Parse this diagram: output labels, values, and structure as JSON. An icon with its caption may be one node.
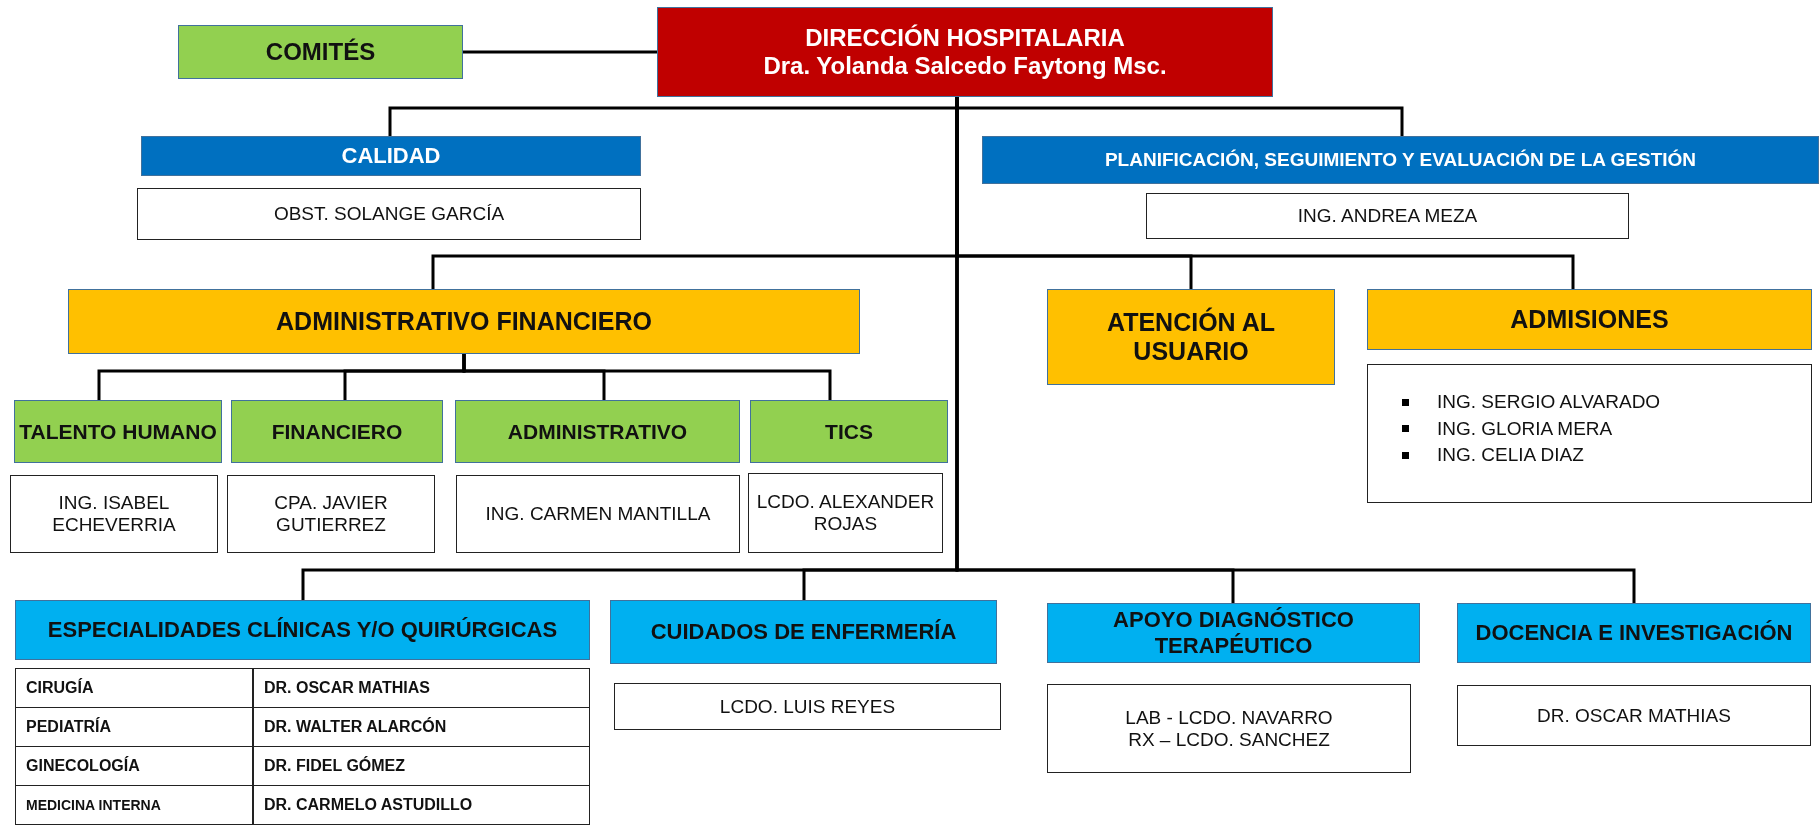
{
  "diagram": {
    "nodes": [
      {
        "text": [
          "DIRECCIÓN HOSPITALARIA",
          "Dra. Yolanda Salcedo Faytong Msc."
        ]
      },
      {
        "text": [
          "COMITÉS"
        ]
      },
      {
        "text": [
          "CALIDAD"
        ]
      },
      {
        "text": [
          "OBST. SOLANGE GARCÍA"
        ]
      },
      {
        "text": [
          "PLANIFICACIÓN, SEGUIMIENTO Y EVALUACIÓN DE LA GESTIÓN"
        ]
      },
      {
        "text": [
          "ING. ANDREA MEZA"
        ]
      },
      {
        "text": [
          "ADMINISTRATIVO  FINANCIERO"
        ]
      },
      {
        "text": [
          "ATENCIÓN AL USUARIO"
        ]
      },
      {
        "text": [
          "ADMISIONES"
        ]
      },
      {
        "text": [
          "ING. SERGIO ALVARADO",
          "ING. GLORIA MERA",
          "ING. CELIA DIAZ"
        ]
      },
      {
        "text": [
          "TALENTO HUMANO"
        ]
      },
      {
        "text": [
          "ING. ISABEL ECHEVERRIA"
        ]
      },
      {
        "text": [
          "FINANCIERO"
        ]
      },
      {
        "text": [
          "CPA. JAVIER GUTIERREZ"
        ]
      },
      {
        "text": [
          "ADMINISTRATIVO"
        ]
      },
      {
        "text": [
          "ING. CARMEN MANTILLA"
        ]
      },
      {
        "text": [
          "TICS"
        ]
      },
      {
        "text": [
          "LCDO. ALEXANDER ROJAS"
        ]
      },
      {
        "text": [
          "ESPECIALIDADES CLÍNICAS Y/O QUIRÚRGICAS"
        ]
      },
      {
        "text": [
          "CUIDADOS DE ENFERMERÍA"
        ]
      },
      {
        "text": [
          "LCDO. LUIS REYES"
        ]
      },
      {
        "text": [
          "APOYO DIAGNÓSTICO TERAPÉUTICO"
        ]
      },
      {
        "text": [
          "LAB - LCDO. NAVARRO",
          "RX – LCDO.  SANCHEZ"
        ]
      },
      {
        "text": [
          "DOCENCIA E INVESTIGACIÓN"
        ]
      },
      {
        "text": [
          "DR. OSCAR MATHIAS"
        ]
      }
    ],
    "edges": [
      {
        "from": 0,
        "to": 1,
        "arrow": "none"
      },
      {
        "from": 0,
        "to": 2,
        "arrow": "none"
      },
      {
        "from": 0,
        "to": 4,
        "arrow": "none"
      },
      {
        "from": 0,
        "to": 6,
        "arrow": "none"
      },
      {
        "from": 0,
        "to": 7,
        "arrow": "none"
      },
      {
        "from": 0,
        "to": 8,
        "arrow": "none"
      },
      {
        "from": 6,
        "to": 10,
        "arrow": "none"
      },
      {
        "from": 6,
        "to": 12,
        "arrow": "none"
      },
      {
        "from": 6,
        "to": 14,
        "arrow": "none"
      },
      {
        "from": 6,
        "to": 16,
        "arrow": "none"
      },
      {
        "from": 0,
        "to": 18,
        "arrow": "none"
      },
      {
        "from": 0,
        "to": 19,
        "arrow": "none"
      },
      {
        "from": 0,
        "to": 21,
        "arrow": "none"
      },
      {
        "from": 0,
        "to": 23,
        "arrow": "none"
      }
    ],
    "labels": [
      "CIRUGÍA",
      "DR. OSCAR MATHIAS",
      "PEDIATRÍA",
      "DR. WALTER ALARCÓN",
      "GINECOLOGÍA",
      "DR. FIDEL GÓMEZ",
      "MEDICINA INTERNA",
      "DR. CARMELO ASTUDILLO"
    ]
  }
}
